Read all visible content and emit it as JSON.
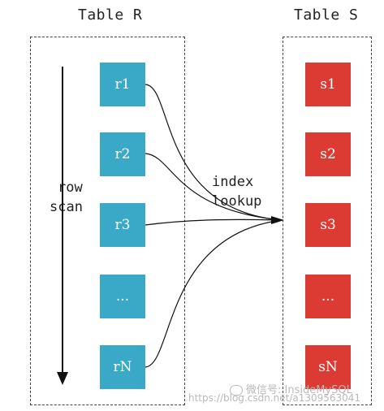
{
  "table_r": {
    "title": "Table R",
    "rows": [
      "r1",
      "r2",
      "r3",
      "...",
      "rN"
    ]
  },
  "table_s": {
    "title": "Table S",
    "rows": [
      "s1",
      "s2",
      "s3",
      "...",
      "sN"
    ]
  },
  "labels": {
    "row_scan_line1": "row",
    "row_scan_line2": "scan",
    "index_lookup_line1": "index",
    "index_lookup_line2": "lookup"
  },
  "watermark": {
    "text": "微信号: InsideMySQL",
    "url": "https://blog.csdn.net/a1309563041"
  },
  "colors": {
    "r_box": "#3aa9c8",
    "s_box": "#dc3b33",
    "frame": "#444444",
    "arrow": "#111111"
  }
}
